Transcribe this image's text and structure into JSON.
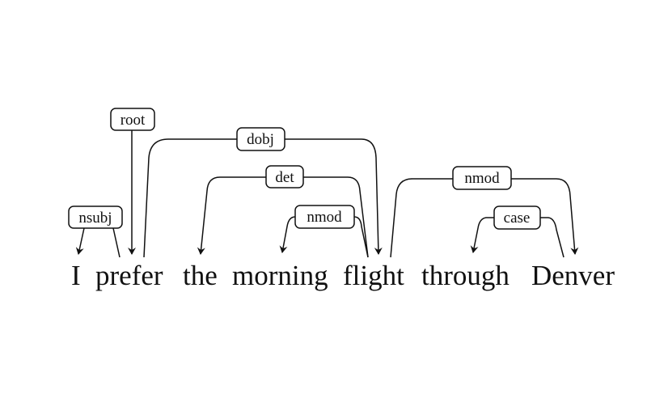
{
  "sentence": {
    "words": [
      "I",
      "prefer",
      "the",
      "morning",
      "flight",
      "through",
      "Denver"
    ]
  },
  "relations": [
    {
      "label": "root",
      "head": null,
      "dependent": "prefer"
    },
    {
      "label": "nsubj",
      "head": "prefer",
      "dependent": "I"
    },
    {
      "label": "dobj",
      "head": "prefer",
      "dependent": "flight"
    },
    {
      "label": "det",
      "head": "flight",
      "dependent": "the"
    },
    {
      "label": "nmod",
      "head": "flight",
      "dependent": "morning"
    },
    {
      "label": "nmod",
      "head": "flight",
      "dependent": "Denver"
    },
    {
      "label": "case",
      "head": "Denver",
      "dependent": "through"
    }
  ]
}
